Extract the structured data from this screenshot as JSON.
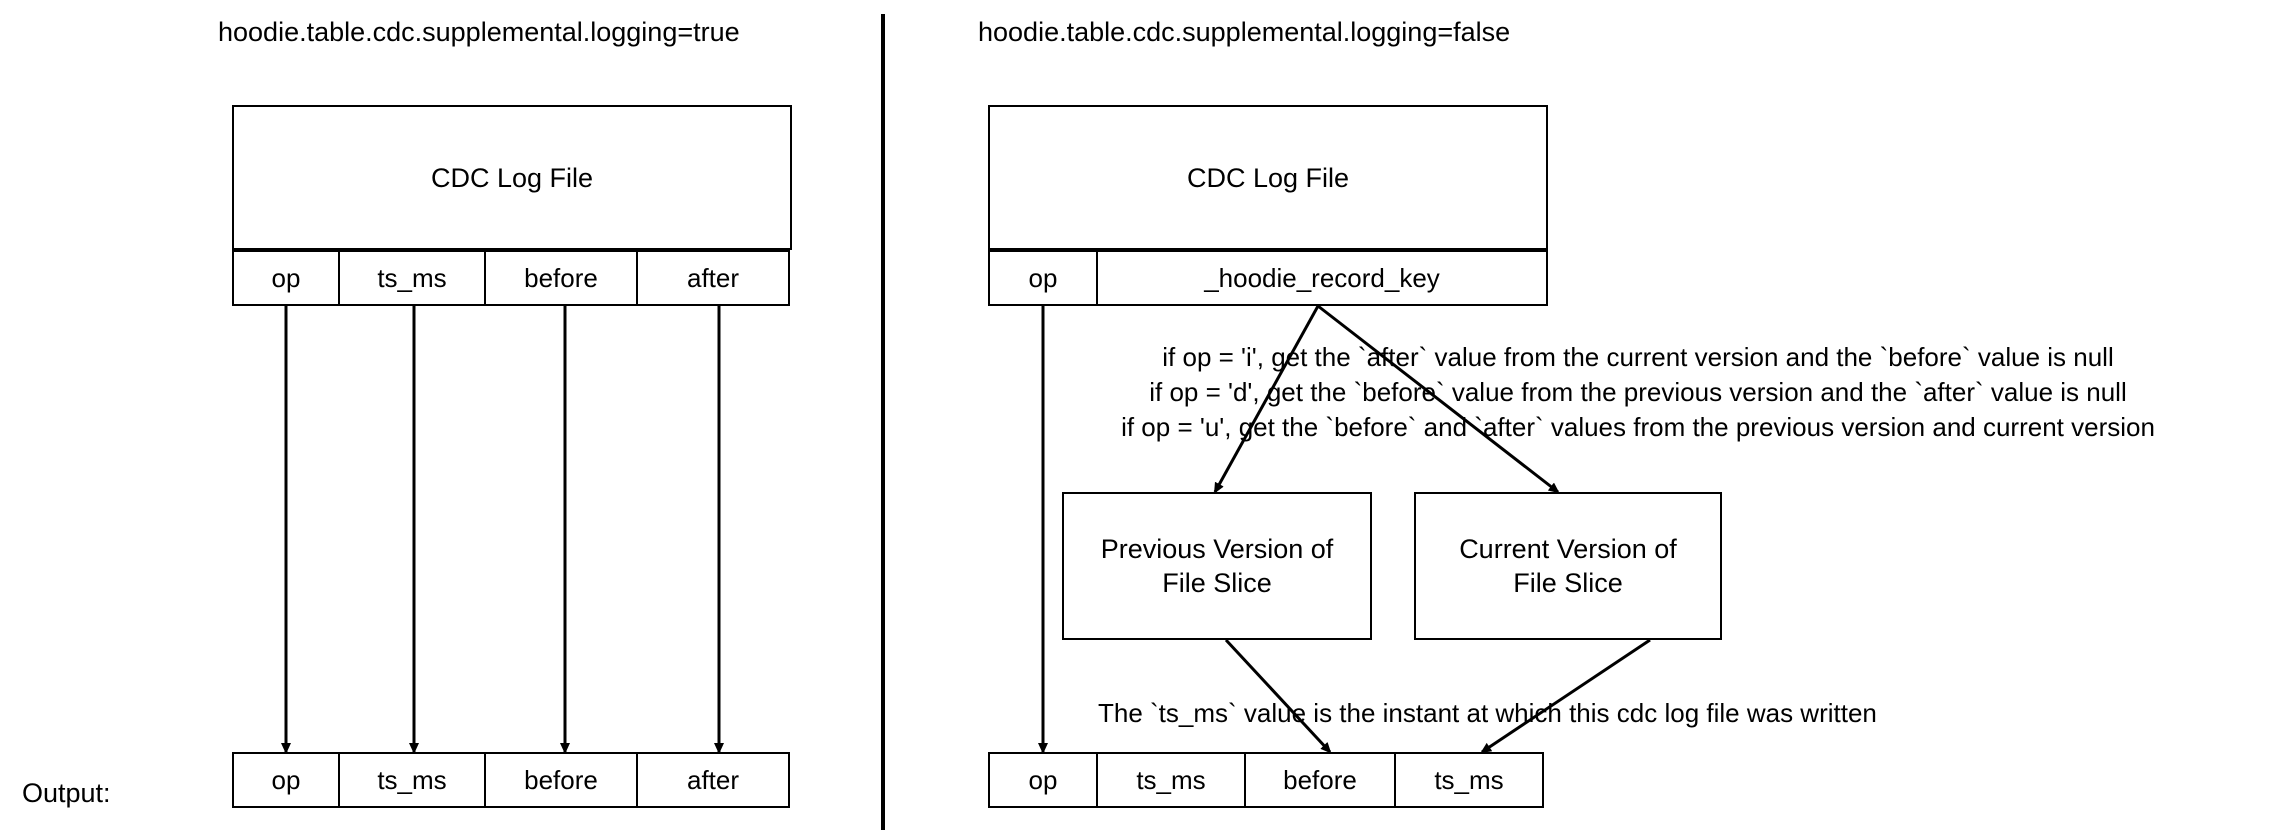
{
  "panels": {
    "left": {
      "title": "hoodie.table.cdc.supplemental.logging=true",
      "logfile": {
        "label": "CDC Log File"
      },
      "columns": [
        "op",
        "ts_ms",
        "before",
        "after"
      ],
      "output_columns": [
        "op",
        "ts_ms",
        "before",
        "after"
      ]
    },
    "right": {
      "title": "hoodie.table.cdc.supplemental.logging=false",
      "logfile": {
        "label": "CDC Log File"
      },
      "columns": [
        "op",
        "_hoodie_record_key"
      ],
      "rules": [
        "if op = 'i', get the `after` value from the current version and the `before` value is null",
        "if op = 'd', get the `before` value from the previous version  and the `after` value is null",
        "if op = 'u', get the `before` and `after` values from the previous version and current version"
      ],
      "previous_version": {
        "line1": "Previous Version of",
        "line2": "File Slice"
      },
      "current_version": {
        "line1": "Current Version of",
        "line2": "File Slice"
      },
      "ts_note": "The `ts_ms` value is the instant at which this cdc log file was written",
      "output_columns": [
        "op",
        "ts_ms",
        "before",
        "ts_ms"
      ]
    }
  },
  "output": {
    "label": "Output:"
  },
  "colors": {
    "stroke": "#000000",
    "background": "#ffffff"
  }
}
